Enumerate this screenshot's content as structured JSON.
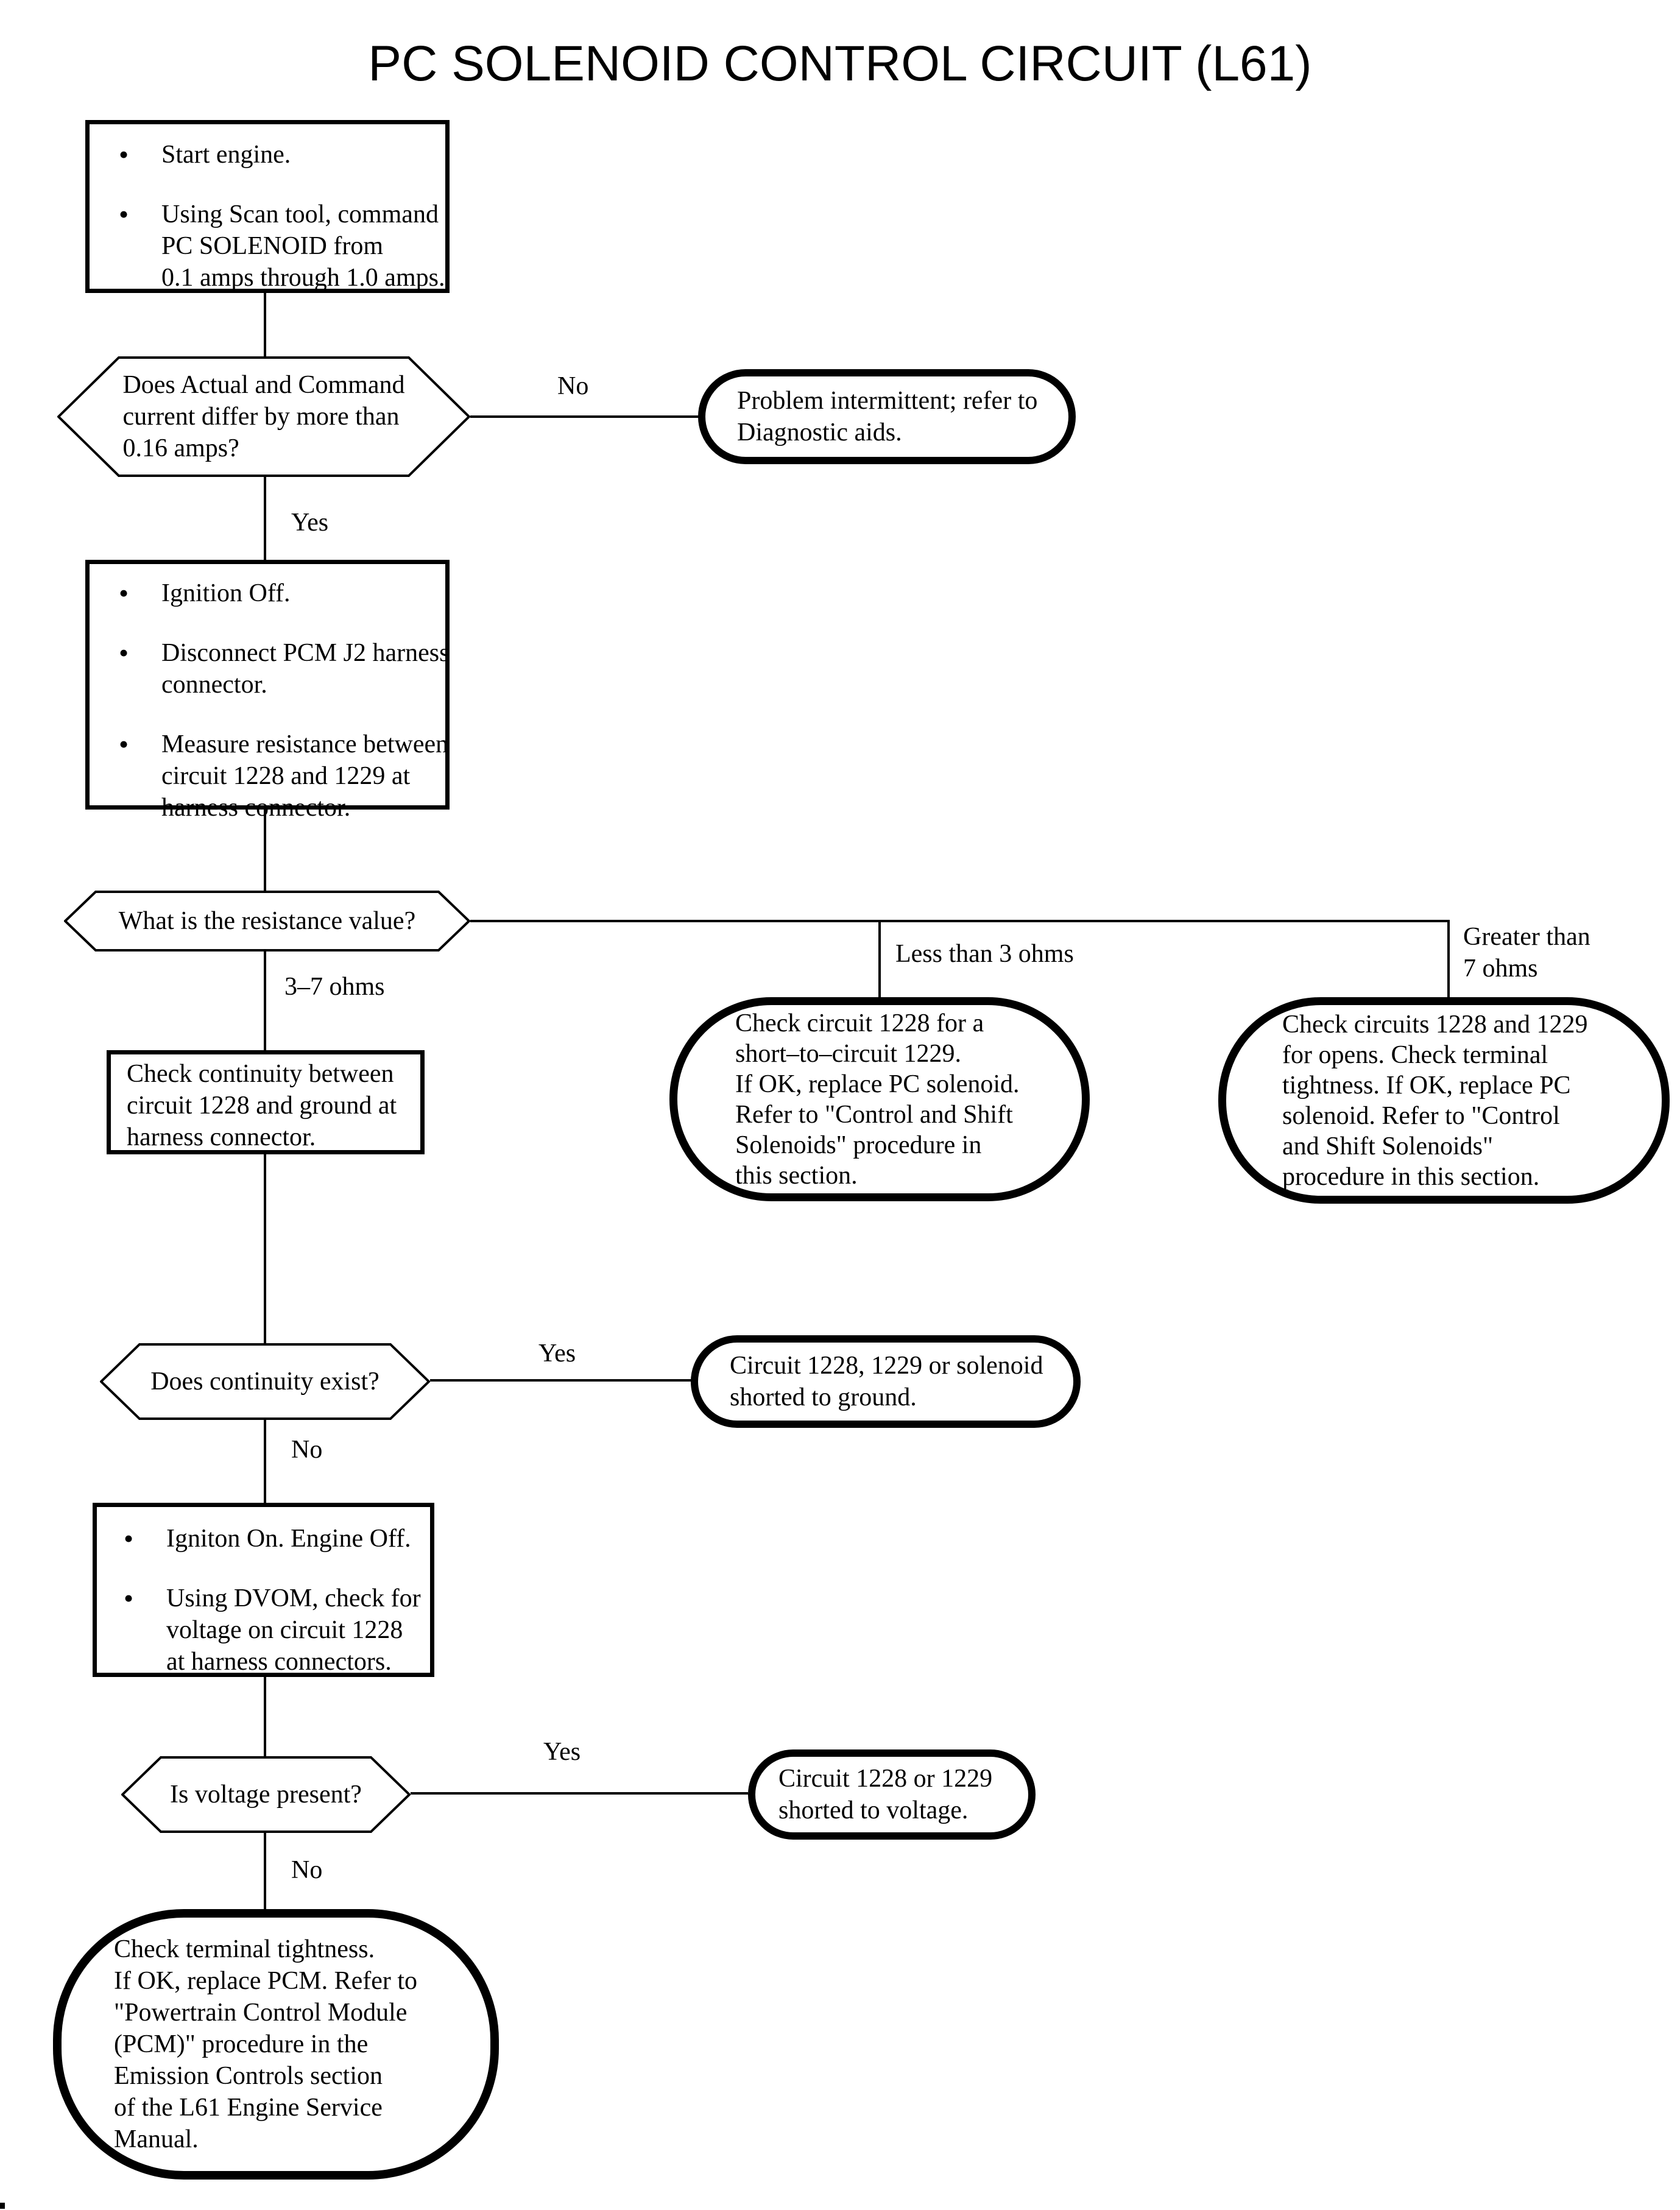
{
  "title": "PC SOLENOID CONTROL CIRCUIT (L61)",
  "glyphs": {
    "bullet": "•"
  },
  "colors": {
    "ink": "#000000",
    "paper": "#ffffff"
  },
  "nodes": {
    "start": {
      "bullets": [
        "Start engine.",
        "Using Scan tool, command\nPC SOLENOID from\n0.1 amps through 1.0 amps."
      ]
    },
    "q_current": {
      "text": "Does Actual and Command\ncurrent differ by more than\n0.16 amps?"
    },
    "t_intermittent": {
      "text": "Problem intermittent; refer to\nDiagnostic aids."
    },
    "step_resistance": {
      "bullets": [
        "Ignition Off.",
        "Disconnect PCM J2 harness\nconnector.",
        "Measure resistance between\ncircuit 1228 and 1229 at\nharness connector."
      ]
    },
    "q_resistance": {
      "text": "What is the resistance value?"
    },
    "t_short": {
      "text": "Check circuit 1228 for a\nshort–to–circuit 1229.\nIf OK, replace PC solenoid.\nRefer to \"Control and Shift\nSolenoids\" procedure in\nthis section."
    },
    "t_opens": {
      "text": "Check circuits 1228 and 1229\nfor opens. Check terminal\ntightness. If OK, replace PC\nsolenoid. Refer to \"Control\nand Shift Solenoids\"\nprocedure in this section."
    },
    "step_continuity": {
      "text": "Check continuity between\ncircuit 1228 and ground at\nharness connector."
    },
    "q_continuity": {
      "text": "Does continuity exist?"
    },
    "t_ground": {
      "text": "Circuit 1228, 1229 or solenoid\nshorted to ground."
    },
    "step_voltage": {
      "bullets": [
        "Igniton On. Engine Off.",
        "Using DVOM, check for\nvoltage on circuit 1228\nat harness connectors."
      ]
    },
    "q_voltage": {
      "text": "Is voltage present?"
    },
    "t_voltage": {
      "text": "Circuit 1228 or 1229\nshorted to voltage."
    },
    "t_pcm": {
      "text": "Check terminal tightness.\nIf OK, replace PCM. Refer to\n\"Powertrain Control Module\n(PCM)\" procedure in the\nEmission Controls section\nof the L61 Engine Service\nManual."
    }
  },
  "labels": {
    "no1": "No",
    "yes1": "Yes",
    "ohms_mid": "3–7 ohms",
    "ohms_low": "Less than 3 ohms",
    "ohms_high": "Greater than\n7 ohms",
    "yes2": "Yes",
    "no2": "No",
    "yes3": "Yes",
    "no3": "No"
  }
}
